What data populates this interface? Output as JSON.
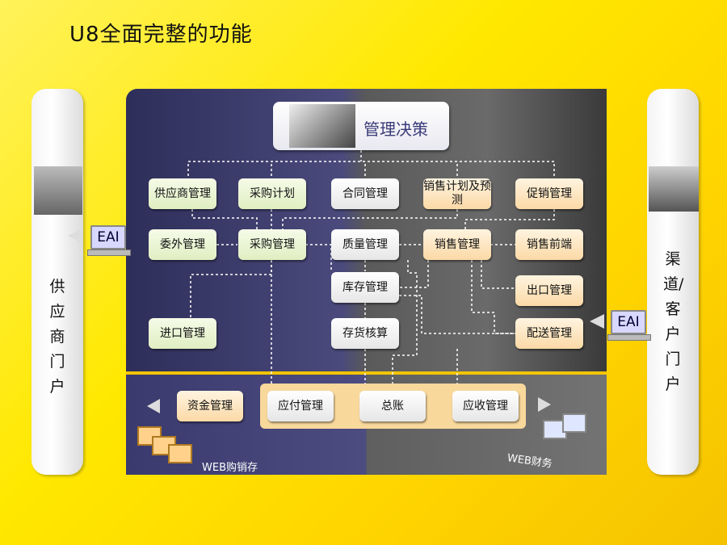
{
  "title": "U8全面完整的功能",
  "left_portal": {
    "text": "供应商门户"
  },
  "right_portal": {
    "text": "渠道/客户门户"
  },
  "eai_label": "EAI",
  "decision": "管理决策",
  "nodes": {
    "supplier_mgmt": "供应商管理",
    "purchase_plan": "采购计划",
    "contract_mgmt": "合同管理",
    "sales_plan": "销售计划及预测",
    "promotion_mgmt": "促销管理",
    "outsourcing_mgmt": "委外管理",
    "purchase_mgmt": "采购管理",
    "quality_mgmt": "质量管理",
    "sales_mgmt": "销售管理",
    "sales_frontend": "销售前端",
    "inventory_mgmt": "库存管理",
    "export_mgmt": "出口管理",
    "import_mgmt": "进口管理",
    "inventory_accounting": "存货核算",
    "delivery_mgmt": "配送管理",
    "fund_mgmt": "资金管理",
    "payables_mgmt": "应付管理",
    "general_ledger": "总账",
    "receivables_mgmt": "应收管理"
  },
  "web_purchase": "WEB购销存",
  "web_finance": "WEB财务",
  "colors": {
    "background": "#ffe800",
    "panel_left": "#4a4a7c",
    "panel_right": "#6a6a6a",
    "green_box": "#dfeec2",
    "orange_box": "#fbd9a6"
  }
}
